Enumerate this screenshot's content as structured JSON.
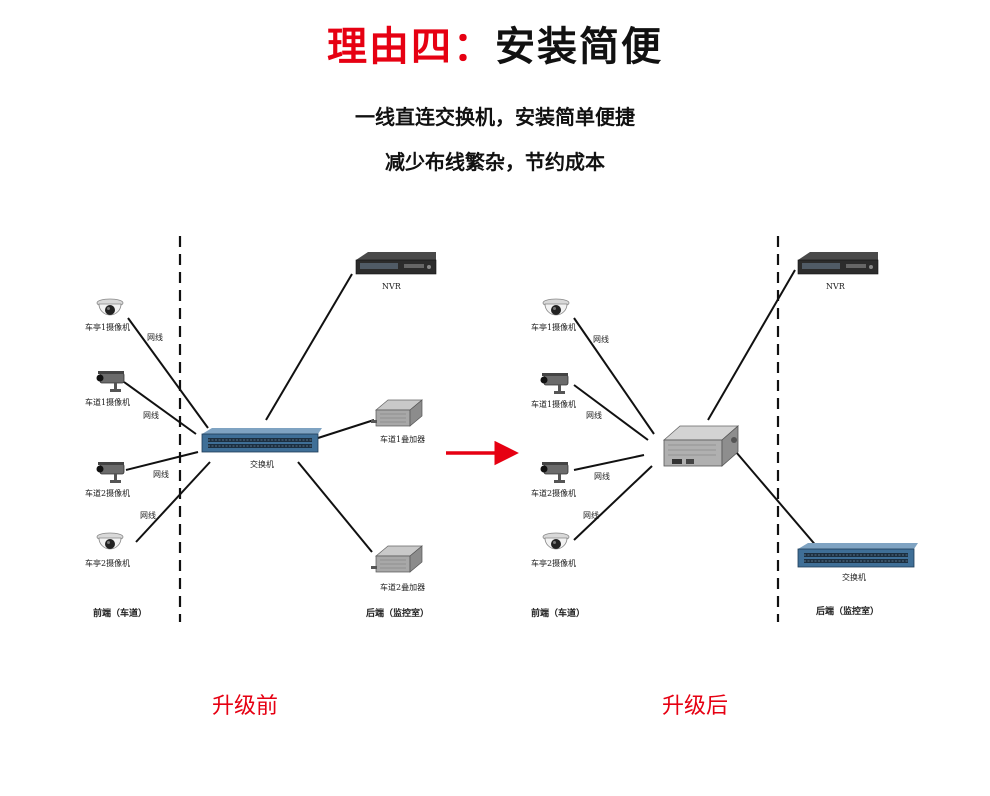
{
  "title": {
    "prefix": "理由四",
    "colon": "：",
    "main": "安装简便",
    "accent": "#e60012"
  },
  "subtitle_1": "一线直连交换机，安装简单便捷",
  "subtitle_2": "减少布线繁杂，节约成本",
  "before": {
    "caption": "升级前",
    "front_label": "前端（车道）",
    "back_label": "后端（监控室）",
    "cameras": [
      "车亭1摄像机",
      "车道1摄像机",
      "车道2摄像机",
      "车亭2摄像机"
    ],
    "cable_label": "网线",
    "switch_label": "交换机",
    "nvr_label": "NVR",
    "overlay_1": "车道1叠加器",
    "overlay_2": "车道2叠加器"
  },
  "after": {
    "caption": "升级后",
    "front_label": "前端（车道）",
    "back_label": "后端（监控室）",
    "cameras": [
      "车亭1摄像机",
      "车道1摄像机",
      "车道2摄像机",
      "车亭2摄像机"
    ],
    "cable_label": "网线",
    "switch_label": "交换机",
    "nvr_label": "NVR"
  }
}
